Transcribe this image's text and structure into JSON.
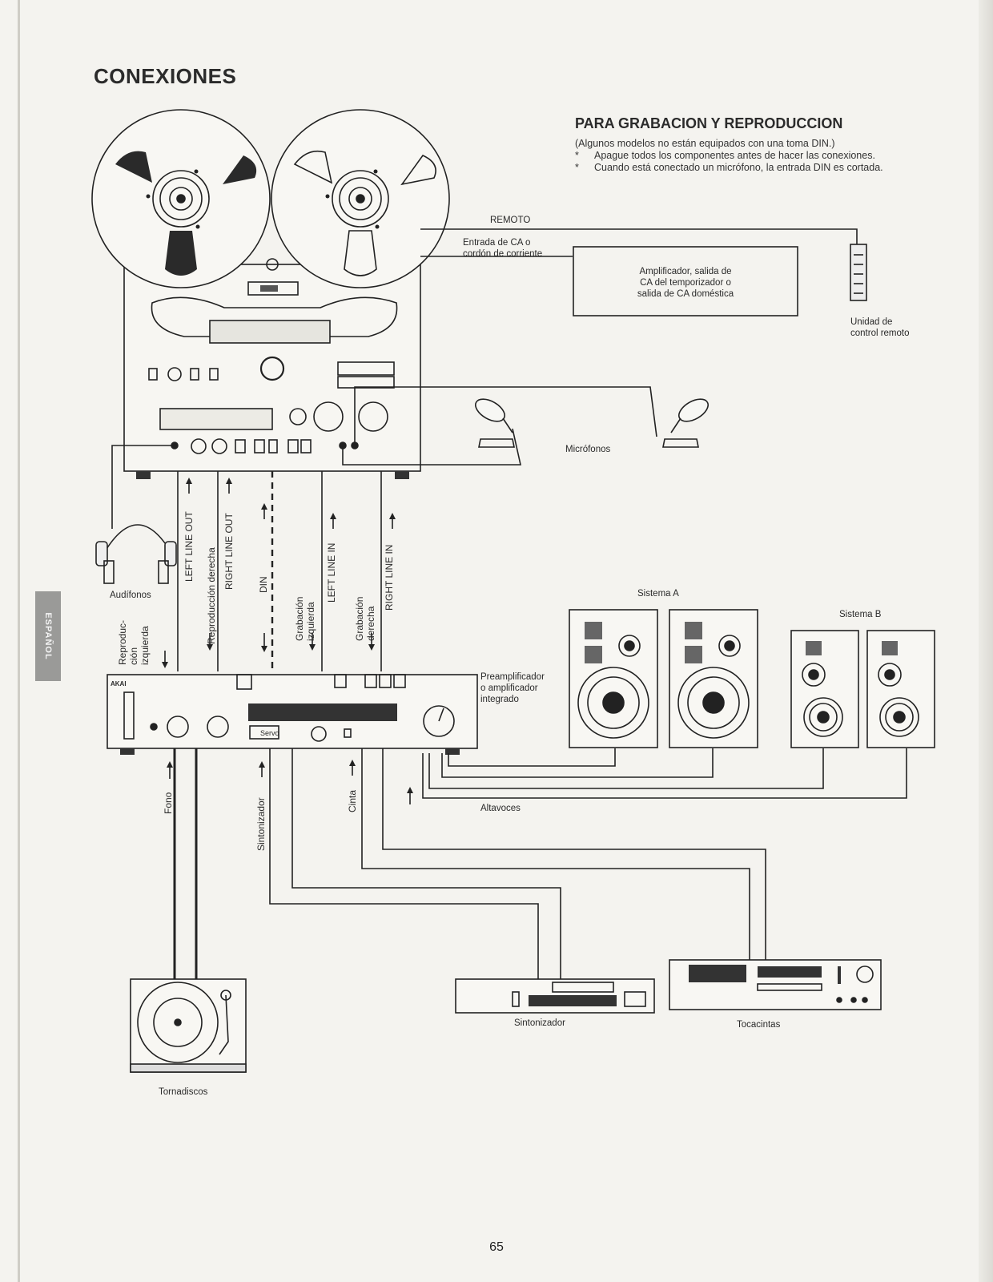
{
  "page": {
    "title": "CONEXIONES",
    "side_tab": "ESPAÑOL",
    "page_number": "65"
  },
  "section": {
    "heading": "PARA GRABACION Y REPRODUCCION",
    "note": "(Algunos modelos no están equipados con una toma DIN.)",
    "bullets": [
      {
        "marker": "*",
        "text": "Apague todos los componentes antes de hacer las conexiones."
      },
      {
        "marker": "*",
        "text": "Cuando está conectado un micrófono, la entrada DIN es cortada."
      }
    ]
  },
  "labels": {
    "remote": "REMOTO",
    "ac_in_1": "Entrada de CA o",
    "ac_in_2": "cordón de corriente",
    "ac_box_1": "Amplificador, salida de",
    "ac_box_2": "CA del temporizador o",
    "ac_box_3": "salida de CA doméstica",
    "remote_unit_1": "Unidad de",
    "remote_unit_2": "control remoto",
    "microphones": "Micrófonos",
    "headphones": "Audífonos",
    "system_a": "Sistema A",
    "system_b": "Sistema B",
    "amp_1": "Preamplificador",
    "amp_2": "o amplificador",
    "amp_3": "integrado",
    "speakers": "Altavoces",
    "phono": "Fono",
    "tuner_line": "Sintonizador",
    "tape": "Cinta",
    "turntable": "Tornadiscos",
    "tuner": "Sintonizador",
    "tape_deck": "Tocacintas",
    "amp_brand": "AKAI",
    "amp_servo": "Servo"
  },
  "cables": {
    "left_line_out": "LEFT LINE OUT",
    "right_line_out": "RIGHT LINE OUT",
    "din": "DIN",
    "left_line_in": "LEFT LINE IN",
    "right_line_in": "RIGHT LINE IN",
    "rep_left_1": "Reproduc-",
    "rep_left_2": "ción",
    "rep_left_3": "izquierda",
    "rep_right": "Reproducción derecha",
    "rec_left_1": "Grabación",
    "rec_left_2": "izquierda",
    "rec_right_1": "Grabación",
    "rec_right_2": "derecha"
  }
}
